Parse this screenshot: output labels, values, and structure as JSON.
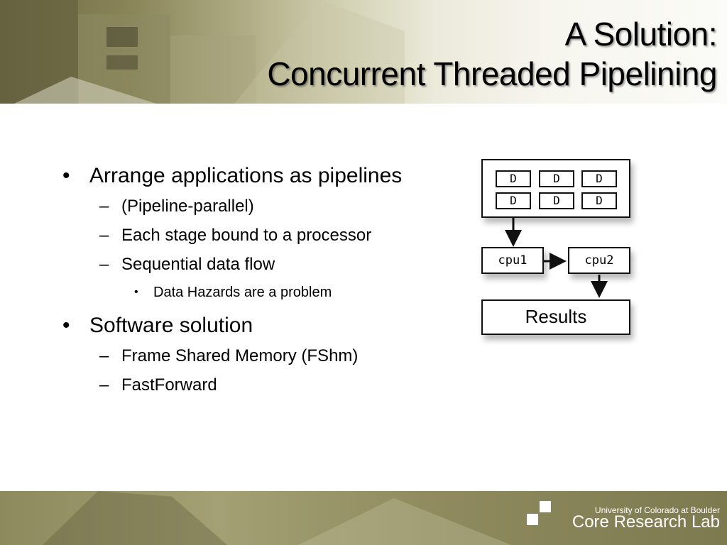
{
  "slide": {
    "title_line1": "A Solution:",
    "title_line2": "Concurrent Threaded Pipelining"
  },
  "bullets": [
    {
      "level": 1,
      "marker": "•",
      "text": "Arrange applications as pipelines"
    },
    {
      "level": 2,
      "marker": "–",
      "text": "(Pipeline-parallel)"
    },
    {
      "level": 2,
      "marker": "–",
      "text": "Each stage bound to a processor"
    },
    {
      "level": 2,
      "marker": "–",
      "text": "Sequential data flow"
    },
    {
      "level": 3,
      "marker": "•",
      "text": "Data Hazards are a problem"
    },
    {
      "level": 1,
      "marker": "•",
      "text": "Software solution"
    },
    {
      "level": 2,
      "marker": "–",
      "text": "Frame Shared Memory (FShm)"
    },
    {
      "level": 2,
      "marker": "–",
      "text": "FastForward"
    }
  ],
  "diagram": {
    "data_cells": [
      "D",
      "D",
      "D",
      "D",
      "D",
      "D"
    ],
    "cpu1": "cpu1",
    "cpu2": "cpu2",
    "results": "Results"
  },
  "footer": {
    "university": "University of Colorado at Boulder",
    "lab": "Core Research Lab"
  }
}
